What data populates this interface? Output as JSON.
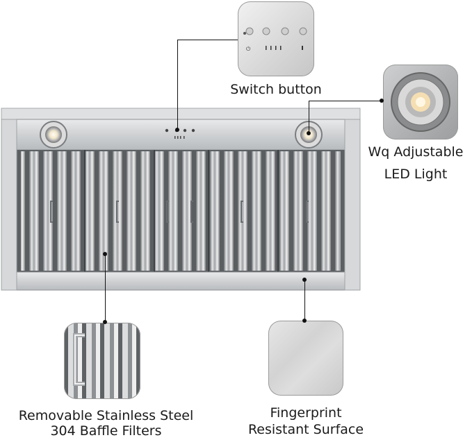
{
  "callouts": {
    "switch_button": "Switch button",
    "led_light_line1": "Wq Adjustable",
    "led_light_line2": "LED Light",
    "filters_line1": "Removable Stainless Steel",
    "filters_line2": "304 Baffle Filters",
    "surface_line1": "Fingerprint",
    "surface_line2": "Resistant Surface"
  }
}
